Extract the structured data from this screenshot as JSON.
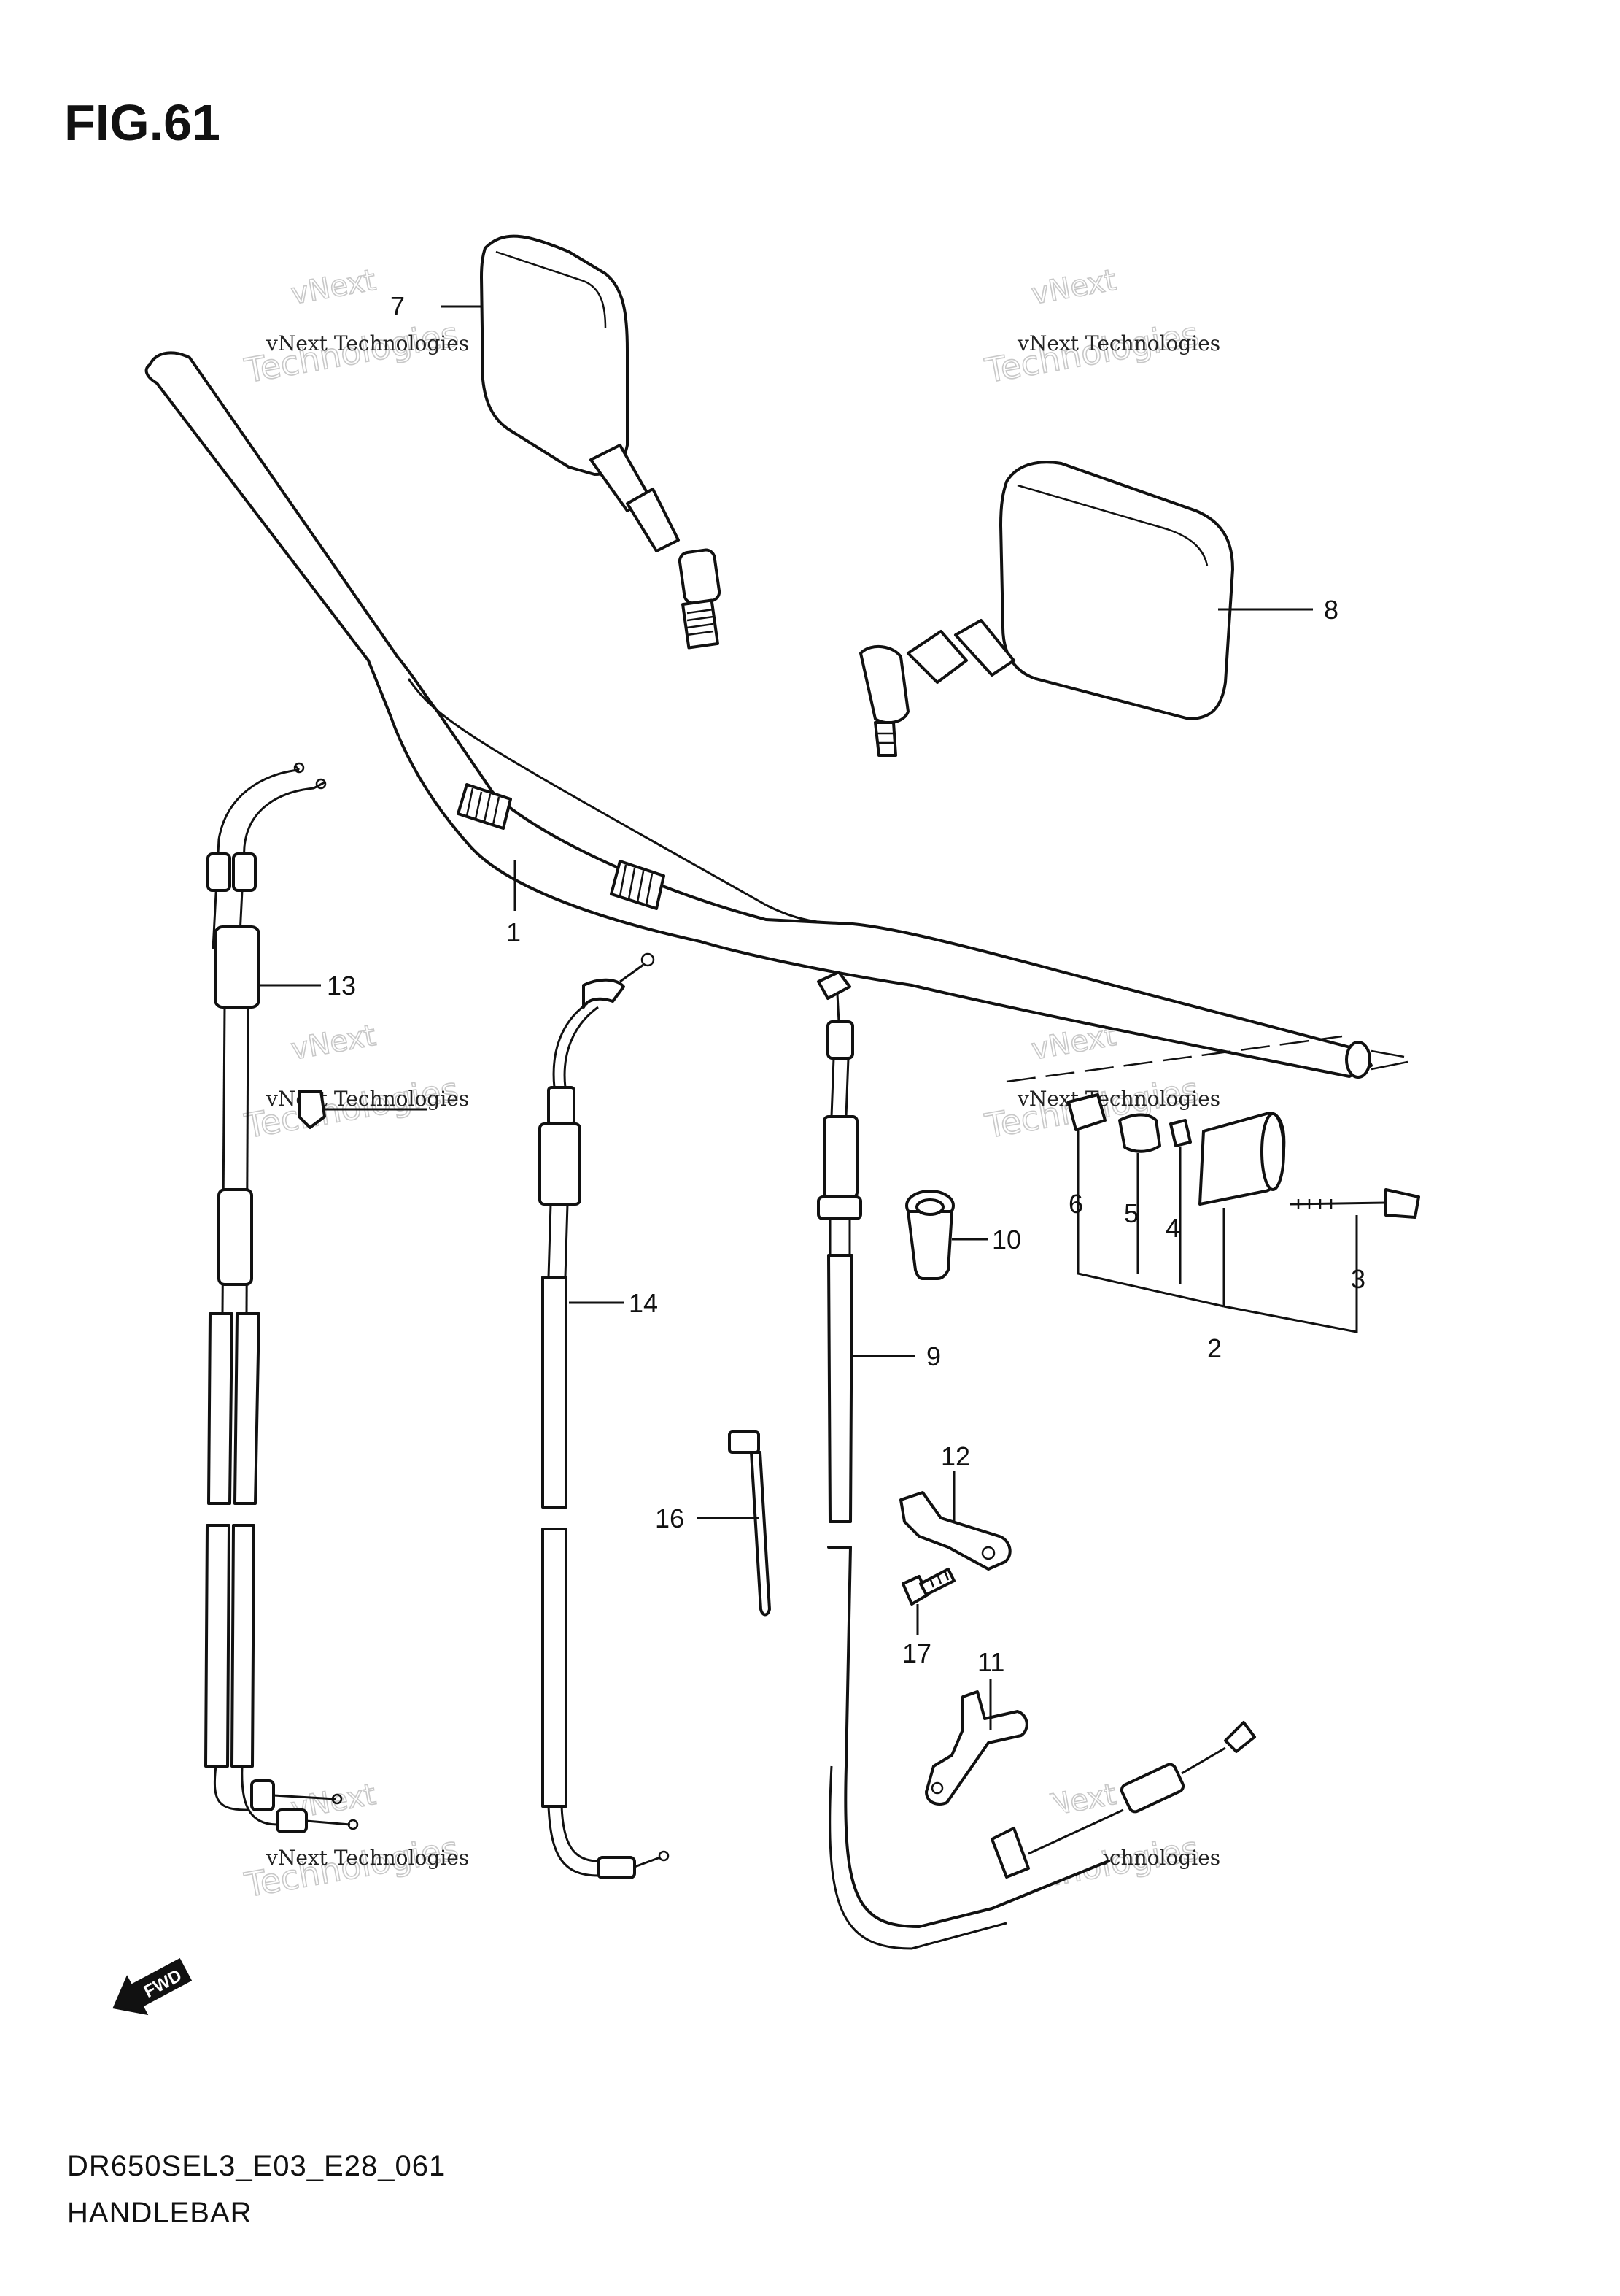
{
  "figure": {
    "title": "FIG.61"
  },
  "footer": {
    "code": "DR650SEL3_E03_E28_061",
    "name": "HANDLEBAR"
  },
  "badges": {
    "fwd": "FWD"
  },
  "watermark": {
    "line1": "vNext Technologies",
    "line2": "Technologies",
    "line3": "vNext"
  },
  "callouts": {
    "c1": "1",
    "c2": "2",
    "c3": "3",
    "c4": "4",
    "c5": "5",
    "c6": "6",
    "c7": "7",
    "c8": "8",
    "c9": "9",
    "c10": "10",
    "c11": "11",
    "c12": "12",
    "c13": "13",
    "c14": "14",
    "c16": "16",
    "c17": "17"
  }
}
